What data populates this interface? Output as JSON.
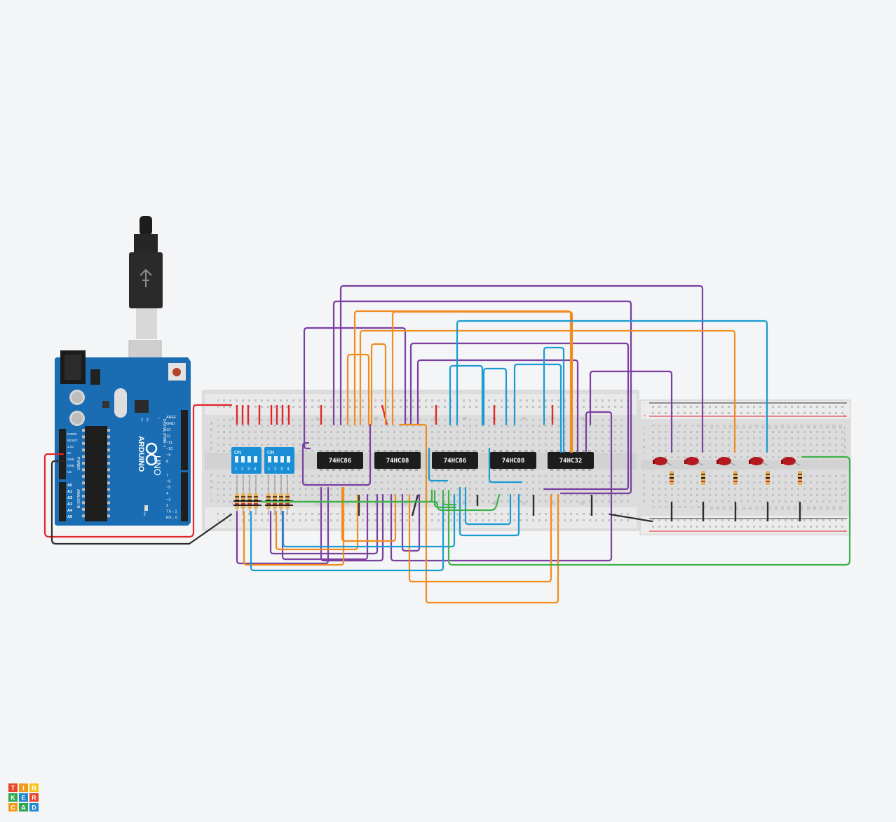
{
  "app": {
    "logo_letters": [
      "T",
      "I",
      "N",
      "K",
      "E",
      "R",
      "C",
      "A",
      "D"
    ],
    "logo_colors": [
      "#e8442c",
      "#f39a1c",
      "#f6c51a",
      "#2fa84f",
      "#1e88d0",
      "#e8442c",
      "#f39a1c",
      "#2fa84f",
      "#1e88d0"
    ]
  },
  "arduino": {
    "brand": "ARDUINO",
    "model": "UNO",
    "power_header": [
      "IOREF",
      "RESET",
      "3.3V",
      "5V",
      "GND",
      "GND",
      "Vin"
    ],
    "power_title": "POWER",
    "analog_title": "ANALOG IN",
    "analog_pins": [
      "A0",
      "A1",
      "A2",
      "A3",
      "A4",
      "A5"
    ],
    "top_pins": [
      "AREF",
      "GND",
      "13",
      "12",
      "~11",
      "~10",
      "~9",
      "8"
    ],
    "bottom_pins": [
      "7",
      "~6",
      "~5",
      "4",
      "~3",
      "2",
      "TX→1",
      "RX←0"
    ],
    "digital_title": "DIGITAL (PWM ~)",
    "tx_label": "TX",
    "rx_label": "RX",
    "l_label": "L",
    "on_label": "ON",
    "color": "#1a6db3"
  },
  "breadboard_main": {
    "row_letters": [
      "A",
      "B",
      "C",
      "D",
      "E",
      "F",
      "G",
      "H",
      "I",
      "J"
    ],
    "column_numbers": [
      "1",
      "5",
      "10",
      "15",
      "20",
      "25",
      "30",
      "35",
      "40",
      "45",
      "50",
      "55",
      "60"
    ]
  },
  "breadboard_small": {
    "row_letters": [
      "j",
      "i",
      "h",
      "g",
      "f",
      "e",
      "d",
      "c",
      "b",
      "a"
    ],
    "column_numbers": [
      "1",
      "2",
      "3",
      "4",
      "5",
      "6",
      "7",
      "8",
      "9",
      "10",
      "11",
      "12",
      "13",
      "14",
      "15",
      "16",
      "17",
      "18",
      "19",
      "20",
      "21",
      "22",
      "23",
      "24",
      "25",
      "26",
      "27",
      "28",
      "29",
      "30"
    ],
    "rail_plus": "+",
    "rail_minus": "−"
  },
  "dip_switches": [
    {
      "on_label": "ON",
      "numbers": [
        "1",
        "2",
        "3",
        "4"
      ]
    },
    {
      "on_label": "ON",
      "numbers": [
        "1",
        "2",
        "3",
        "4"
      ]
    }
  ],
  "chips": [
    {
      "label": "74HC86"
    },
    {
      "label": "74HC08"
    },
    {
      "label": "74HC86"
    },
    {
      "label": "74HC08"
    },
    {
      "label": "74HC32"
    }
  ],
  "wire_colors": {
    "red": "#e0272c",
    "black": "#2d2d2d",
    "purple": "#7b3fa0",
    "orange": "#f28c1e",
    "blue": "#1b9bd1",
    "green": "#3fb24a"
  },
  "leds": {
    "count": 5,
    "color": "#b3191f"
  }
}
